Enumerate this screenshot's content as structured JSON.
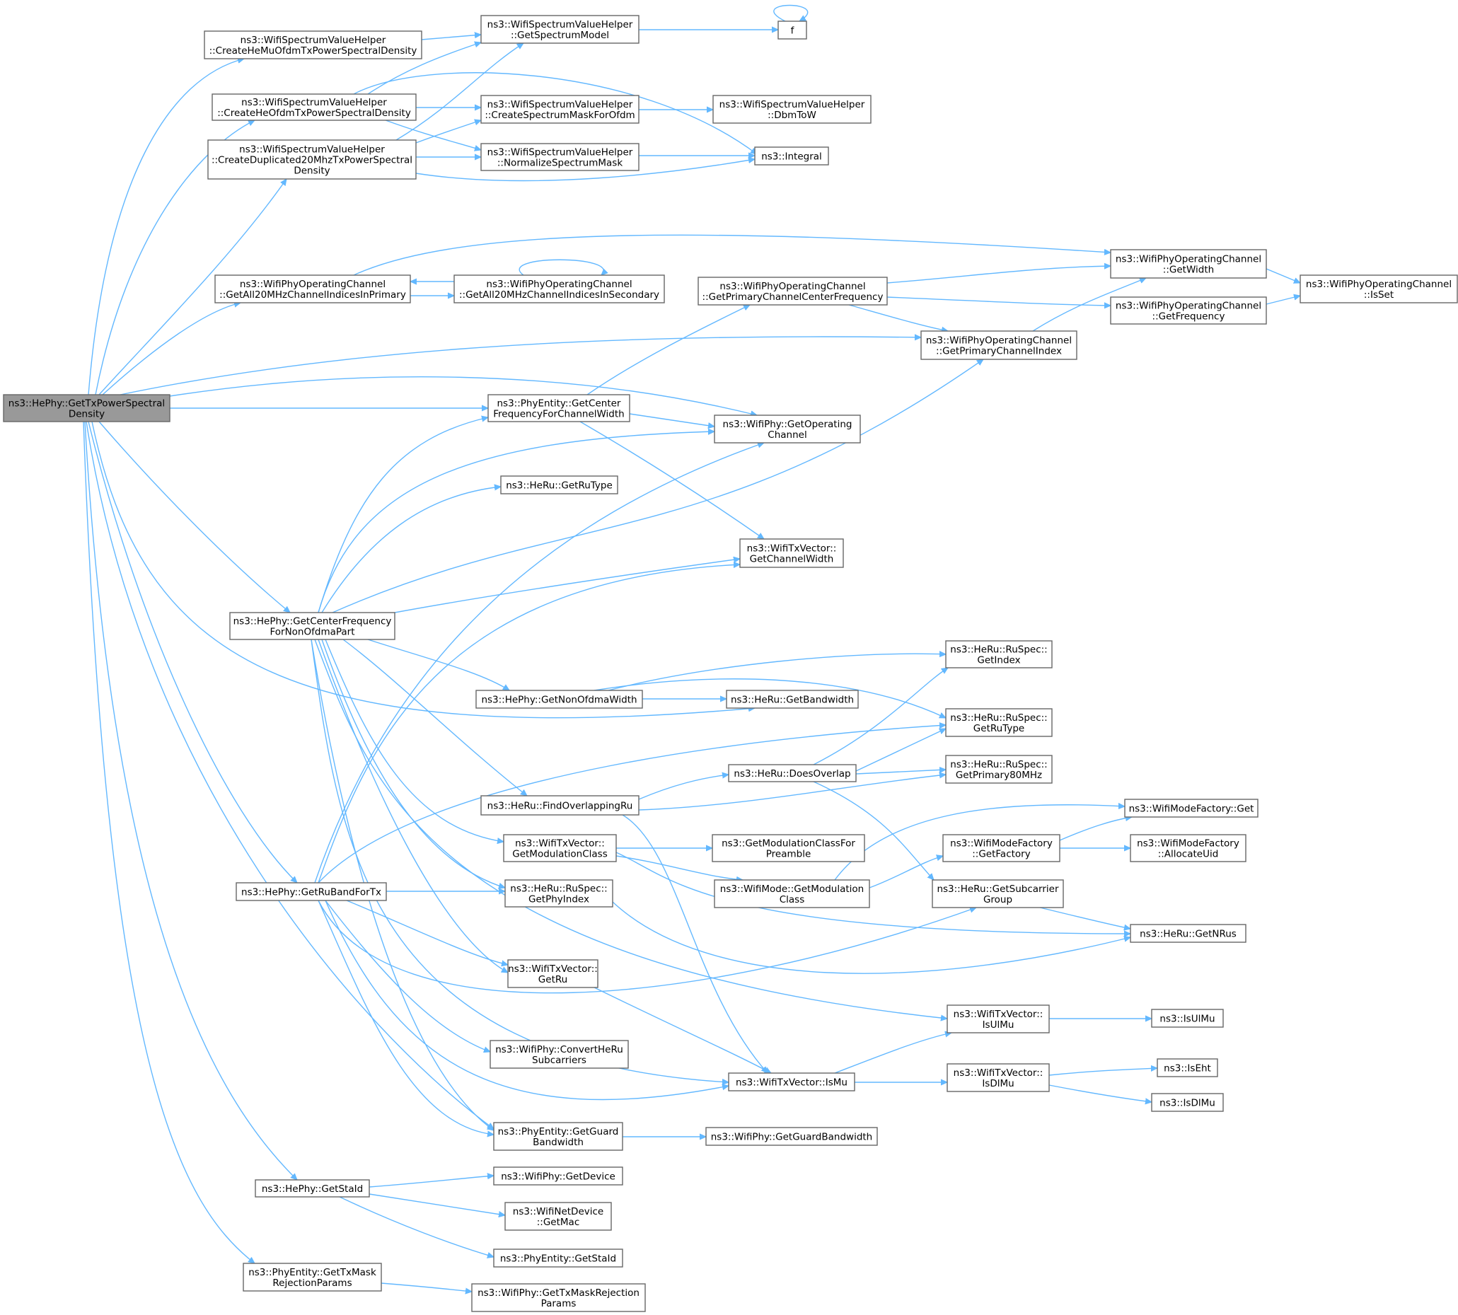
{
  "graph": {
    "edge_color": "#63b8ff",
    "node_fill": "#ffffff",
    "root_fill": "#999999",
    "node_border": "#666666",
    "nodes": [
      {
        "id": "root",
        "lines": [
          "ns3::HePhy::GetTxPowerSpectral",
          "Density"
        ],
        "root": true
      },
      {
        "id": "createHeMu",
        "lines": [
          "ns3::WifiSpectrumValueHelper",
          "::CreateHeMuOfdmTxPowerSpectralDensity"
        ]
      },
      {
        "id": "createHeOfdm",
        "lines": [
          "ns3::WifiSpectrumValueHelper",
          "::CreateHeOfdmTxPowerSpectralDensity"
        ]
      },
      {
        "id": "createDup",
        "lines": [
          "ns3::WifiSpectrumValueHelper",
          "::CreateDuplicated20MhzTxPowerSpectral",
          "Density"
        ]
      },
      {
        "id": "getSpectrumModel",
        "lines": [
          "ns3::WifiSpectrumValueHelper",
          "::GetSpectrumModel"
        ]
      },
      {
        "id": "f",
        "lines": [
          "f"
        ]
      },
      {
        "id": "createMask",
        "lines": [
          "ns3::WifiSpectrumValueHelper",
          "::CreateSpectrumMaskForOfdm"
        ]
      },
      {
        "id": "dbmToW",
        "lines": [
          "ns3::WifiSpectrumValueHelper",
          "::DbmToW"
        ]
      },
      {
        "id": "normalize",
        "lines": [
          "ns3::WifiSpectrumValueHelper",
          "::NormalizeSpectrumMask"
        ]
      },
      {
        "id": "integral",
        "lines": [
          "ns3::Integral"
        ]
      },
      {
        "id": "all20Primary",
        "lines": [
          "ns3::WifiPhyOperatingChannel",
          "::GetAll20MHzChannelIndicesInPrimary"
        ]
      },
      {
        "id": "all20Secondary",
        "lines": [
          "ns3::WifiPhyOperatingChannel",
          "::GetAll20MHzChannelIndicesInSecondary"
        ]
      },
      {
        "id": "primaryCenterFreq",
        "lines": [
          "ns3::WifiPhyOperatingChannel",
          "::GetPrimaryChannelCenterFrequency"
        ]
      },
      {
        "id": "getWidth",
        "lines": [
          "ns3::WifiPhyOperatingChannel",
          "::GetWidth"
        ]
      },
      {
        "id": "getFrequency",
        "lines": [
          "ns3::WifiPhyOperatingChannel",
          "::GetFrequency"
        ]
      },
      {
        "id": "isSet",
        "lines": [
          "ns3::WifiPhyOperatingChannel",
          "::IsSet"
        ]
      },
      {
        "id": "primaryIndex",
        "lines": [
          "ns3::WifiPhyOperatingChannel",
          "::GetPrimaryChannelIndex"
        ]
      },
      {
        "id": "peCenterFreq",
        "lines": [
          "ns3::PhyEntity::GetCenter",
          "FrequencyForChannelWidth"
        ]
      },
      {
        "id": "getOpChannel",
        "lines": [
          "ns3::WifiPhy::GetOperating",
          "Channel"
        ]
      },
      {
        "id": "getRuTypeHeRu",
        "lines": [
          "ns3::HeRu::GetRuType"
        ]
      },
      {
        "id": "txChannelWidth",
        "lines": [
          "ns3::WifiTxVector::",
          "GetChannelWidth"
        ]
      },
      {
        "id": "centerNonOfdma",
        "lines": [
          "ns3::HePhy::GetCenterFrequency",
          "ForNonOfdmaPart"
        ]
      },
      {
        "id": "nonOfdmaWidth",
        "lines": [
          "ns3::HePhy::GetNonOfdmaWidth"
        ]
      },
      {
        "id": "ruSpecIndex",
        "lines": [
          "ns3::HeRu::RuSpec::",
          "GetIndex"
        ]
      },
      {
        "id": "getBandwidth",
        "lines": [
          "ns3::HeRu::GetBandwidth"
        ]
      },
      {
        "id": "ruSpecRuType",
        "lines": [
          "ns3::HeRu::RuSpec::",
          "GetRuType"
        ]
      },
      {
        "id": "doesOverlap",
        "lines": [
          "ns3::HeRu::DoesOverlap"
        ]
      },
      {
        "id": "primary80",
        "lines": [
          "ns3::HeRu::RuSpec::",
          "GetPrimary80MHz"
        ]
      },
      {
        "id": "findOverlap",
        "lines": [
          "ns3::HeRu::FindOverlappingRu"
        ]
      },
      {
        "id": "modeFactoryGet",
        "lines": [
          "ns3::WifiModeFactory::Get"
        ]
      },
      {
        "id": "txModClass",
        "lines": [
          "ns3::WifiTxVector::",
          "GetModulationClass"
        ]
      },
      {
        "id": "modClassPreamble",
        "lines": [
          "ns3::GetModulationClassFor",
          "Preamble"
        ]
      },
      {
        "id": "getFactory",
        "lines": [
          "ns3::WifiModeFactory",
          "::GetFactory"
        ]
      },
      {
        "id": "allocateUid",
        "lines": [
          "ns3::WifiModeFactory",
          "::AllocateUid"
        ]
      },
      {
        "id": "modeModClass",
        "lines": [
          "ns3::WifiMode::GetModulation",
          "Class"
        ]
      },
      {
        "id": "ruBandForTx",
        "lines": [
          "ns3::HePhy::GetRuBandForTx"
        ]
      },
      {
        "id": "ruSpecPhyIndex",
        "lines": [
          "ns3::HeRu::RuSpec::",
          "GetPhyIndex"
        ]
      },
      {
        "id": "subcarrierGroup",
        "lines": [
          "ns3::HeRu::GetSubcarrier",
          "Group"
        ]
      },
      {
        "id": "getNRus",
        "lines": [
          "ns3::HeRu::GetNRus"
        ]
      },
      {
        "id": "txGetRu",
        "lines": [
          "ns3::WifiTxVector::",
          "GetRu"
        ]
      },
      {
        "id": "isUlMuTx",
        "lines": [
          "ns3::WifiTxVector::",
          "IsUlMu"
        ]
      },
      {
        "id": "isUlMu",
        "lines": [
          "ns3::IsUlMu"
        ]
      },
      {
        "id": "convertHeRu",
        "lines": [
          "ns3::WifiPhy::ConvertHeRu",
          "Subcarriers"
        ]
      },
      {
        "id": "isMuTx",
        "lines": [
          "ns3::WifiTxVector::IsMu"
        ]
      },
      {
        "id": "isDlMuTx",
        "lines": [
          "ns3::WifiTxVector::",
          "IsDlMu"
        ]
      },
      {
        "id": "isEht",
        "lines": [
          "ns3::IsEht"
        ]
      },
      {
        "id": "isDlMu",
        "lines": [
          "ns3::IsDlMu"
        ]
      },
      {
        "id": "peGuardBw",
        "lines": [
          "ns3::PhyEntity::GetGuard",
          "Bandwidth"
        ]
      },
      {
        "id": "phyGuardBw",
        "lines": [
          "ns3::WifiPhy::GetGuardBandwidth"
        ]
      },
      {
        "id": "getStaIdHe",
        "lines": [
          "ns3::HePhy::GetStaId"
        ]
      },
      {
        "id": "getDevice",
        "lines": [
          "ns3::WifiPhy::GetDevice"
        ]
      },
      {
        "id": "getMac",
        "lines": [
          "ns3::WifiNetDevice",
          "::GetMac"
        ]
      },
      {
        "id": "getStaIdPe",
        "lines": [
          "ns3::PhyEntity::GetStaId"
        ]
      },
      {
        "id": "txMaskParams",
        "lines": [
          "ns3::PhyEntity::GetTxMask",
          "RejectionParams"
        ]
      },
      {
        "id": "phyTxMaskParams",
        "lines": [
          "ns3::WifiPhy::GetTxMaskRejection",
          "Params"
        ]
      }
    ]
  }
}
